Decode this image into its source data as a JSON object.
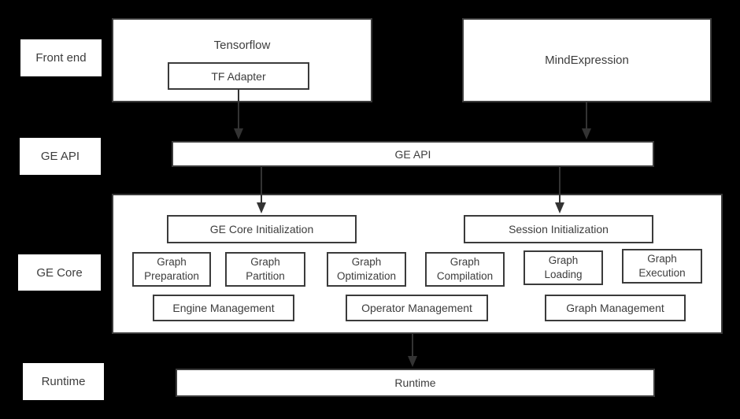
{
  "colors": {
    "background": "#000000",
    "box_fill": "#ffffff",
    "border": "#3b3b3b",
    "text": "#3d3d3d",
    "arrow": "#333333"
  },
  "rows": {
    "front_end": "Front end",
    "ge_api": "GE API",
    "ge_core": "GE Core",
    "runtime": "Runtime"
  },
  "nodes": {
    "tensorflow": "Tensorflow",
    "tf_adapter": "TF Adapter",
    "mind_expression": "MindExpression",
    "ge_api_bar": "GE API",
    "ge_core_initialization": "GE Core Initialization",
    "session_initialization": "Session Initialization",
    "modules": [
      "Graph Preparation",
      "Graph Partition",
      "Graph Optimization",
      "Graph Compilation",
      "Graph Loading",
      "Graph Execution"
    ],
    "management": [
      "Engine Management",
      "Operator Management",
      "Graph Management"
    ],
    "runtime_bar": "Runtime"
  }
}
